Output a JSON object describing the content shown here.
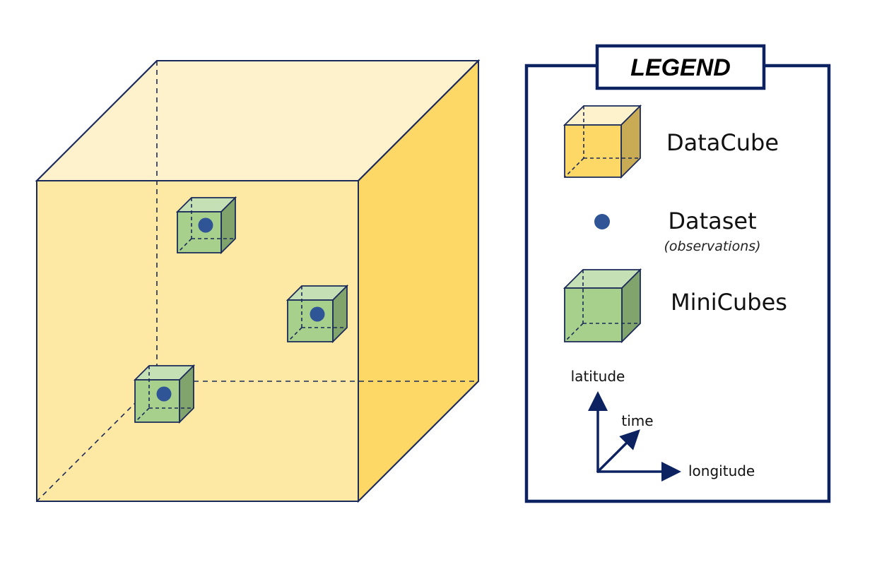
{
  "legend": {
    "title": "LEGEND",
    "items": [
      {
        "label": "DataCube",
        "sub": ""
      },
      {
        "label": "Dataset",
        "sub": "(observations)"
      },
      {
        "label": "MiniCubes",
        "sub": ""
      }
    ],
    "axes": {
      "vertical": "latitude",
      "diagonal": "time",
      "horizontal": "longitude"
    }
  },
  "colors": {
    "outline": "#1b2a5a",
    "datacube_front": "#fde69c",
    "datacube_top": "#fef2cc",
    "datacube_side": "#fdd866",
    "minicube_front": "#a8d08d",
    "minicube_top": "#c5e0b4",
    "minicube_side": "#80a46b",
    "dataset_dot": "#2f5597"
  }
}
